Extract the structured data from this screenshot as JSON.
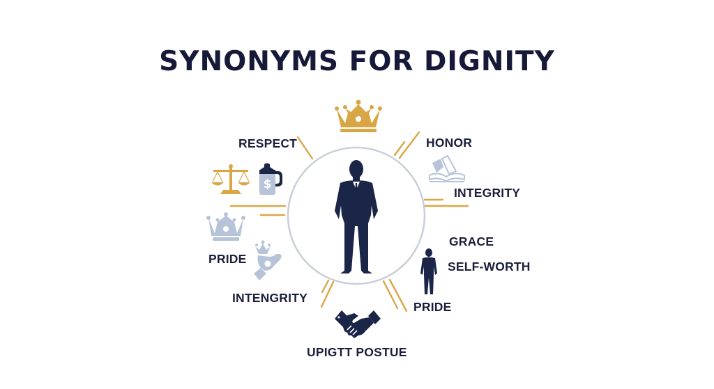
{
  "title": "SYNONYMS FOR DIGNITY",
  "colors": {
    "navy": "#1a2547",
    "gold": "#d9a645",
    "light_blue": "#b7c3d8",
    "circle_stroke": "#c9ced8",
    "text": "#1b1f3c"
  },
  "center": {
    "icon": "businessman-silhouette-icon"
  },
  "labels": {
    "respect": "RESPECT",
    "honor": "HONOR",
    "integrity_right": "INTEGRITY",
    "pride_left": "PRIDE",
    "grace": "GRACE",
    "self_worth": "SELF-WORTH",
    "intengrity_left": "INTENGRITY",
    "pride_right": "PRIDE",
    "upright_posture": "UPIGTT POSTUE"
  },
  "icons": [
    {
      "name": "crown-icon",
      "color": "gold"
    },
    {
      "name": "scales-icon",
      "color": "gold"
    },
    {
      "name": "money-jar-icon",
      "color": "navy"
    },
    {
      "name": "open-book-icon",
      "color": "light_blue"
    },
    {
      "name": "crown-icon",
      "color": "light_blue"
    },
    {
      "name": "hand-with-crown-icon",
      "color": "light_blue"
    },
    {
      "name": "person-silhouette-icon",
      "color": "navy"
    },
    {
      "name": "handshake-icon",
      "color": "navy"
    }
  ]
}
